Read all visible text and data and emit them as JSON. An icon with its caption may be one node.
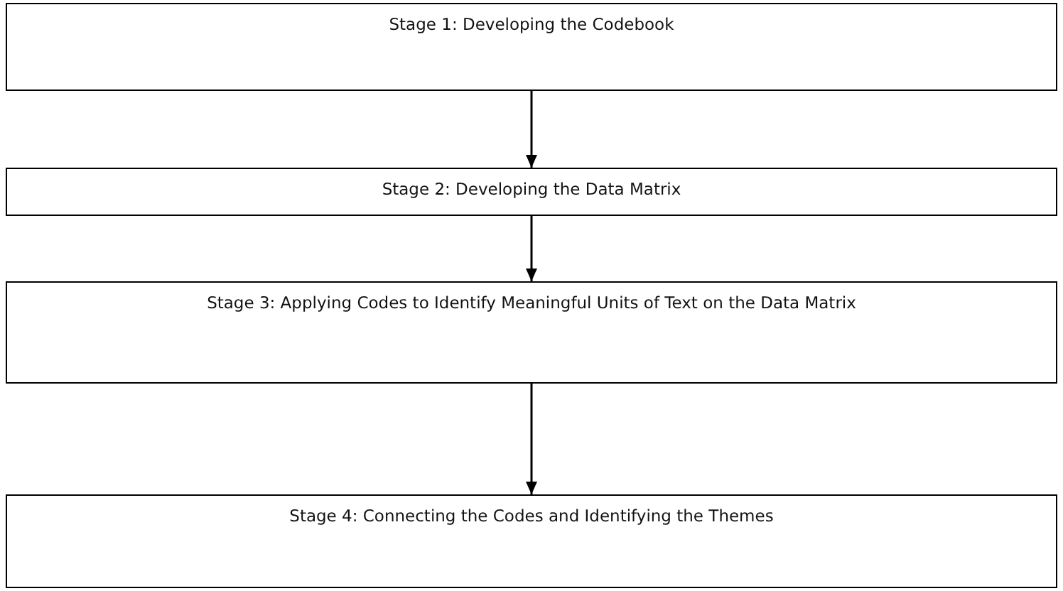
{
  "diagram": {
    "nodes": [
      {
        "text": [
          "Stage 1: Developing the Codebook"
        ]
      },
      {
        "text": [
          "Stage 2: Developing the Data Matrix"
        ]
      },
      {
        "text": [
          "Stage 3: Applying Codes to Identify Meaningful Units of Text on the Data Matrix"
        ]
      },
      {
        "text": [
          "Stage 4: Connecting the Codes and Identifying the Themes"
        ]
      }
    ],
    "edges": [
      {
        "from": 0,
        "to": 1,
        "arrow": "to"
      },
      {
        "from": 1,
        "to": 2,
        "arrow": "to"
      },
      {
        "from": 2,
        "to": 3,
        "arrow": "to"
      }
    ]
  }
}
